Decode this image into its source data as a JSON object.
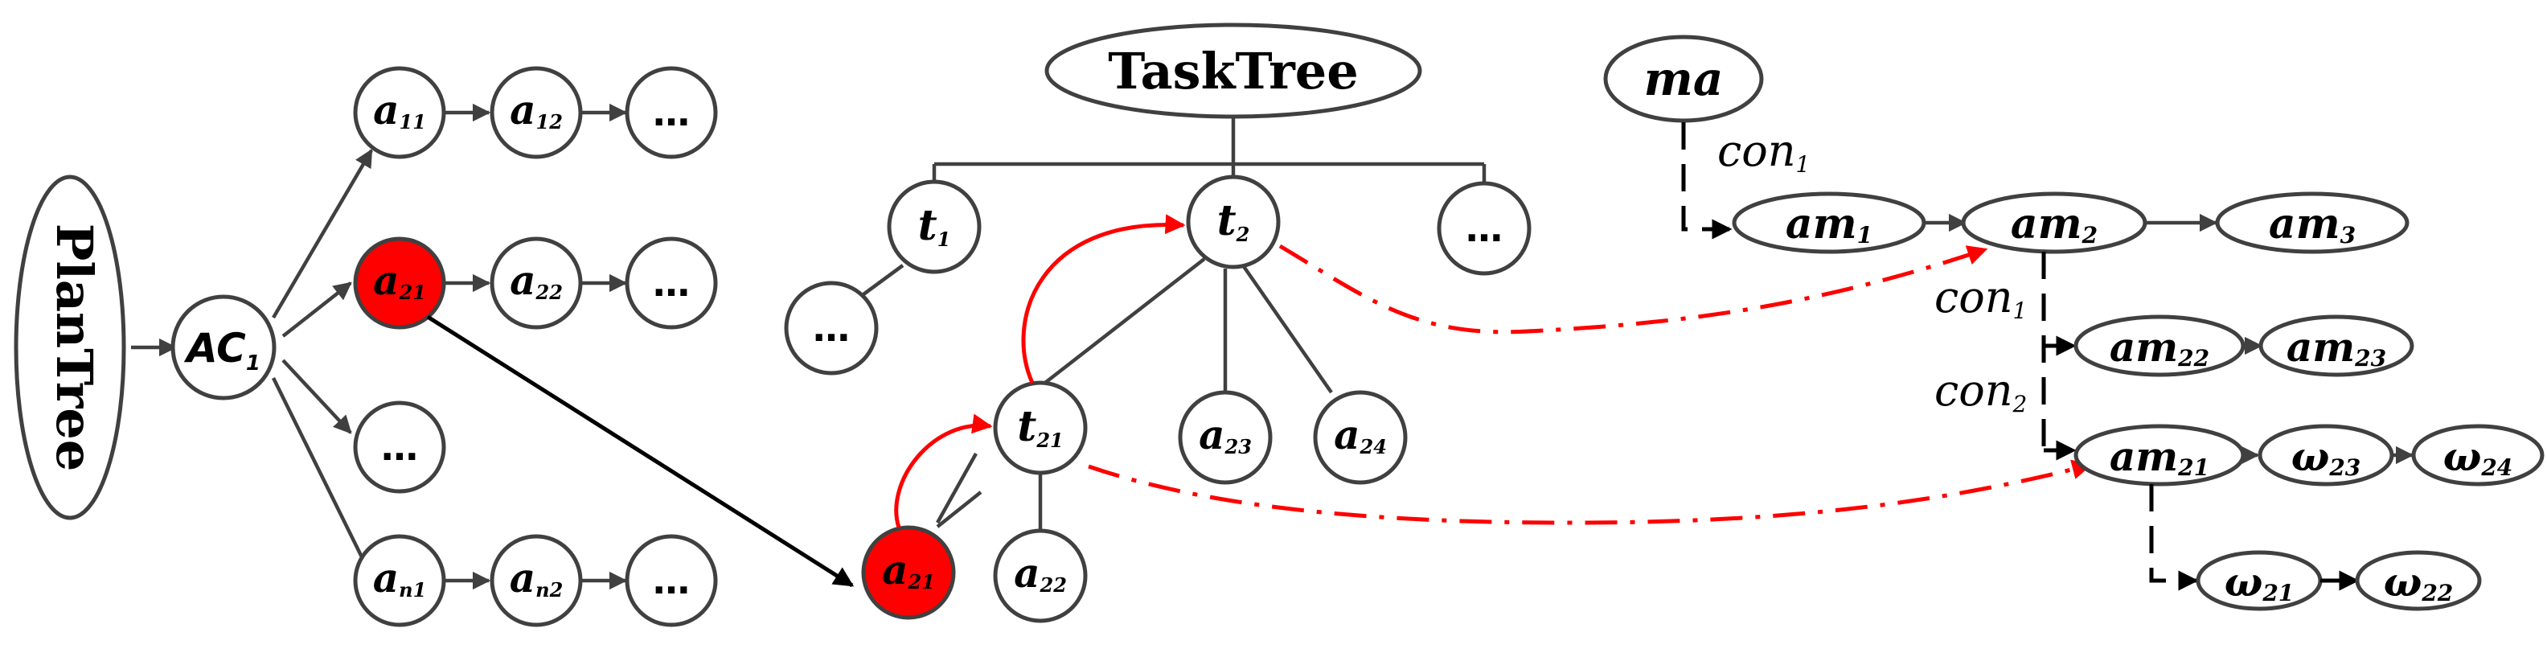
{
  "colors": {
    "highlight": "#ff0000",
    "node_stroke": "#404040",
    "edge": "#404040"
  },
  "plan": {
    "root": "PlanTree",
    "ac": {
      "main": "AC",
      "sub": "1"
    },
    "rows": [
      [
        {
          "main": "a",
          "sub": "11"
        },
        {
          "main": "a",
          "sub": "12"
        },
        {
          "text": "…"
        }
      ],
      [
        {
          "main": "a",
          "sub": "21"
        },
        {
          "main": "a",
          "sub": "22"
        },
        {
          "text": "…"
        }
      ],
      [
        {
          "text": "…"
        }
      ],
      [
        {
          "main": "a",
          "sub": "n1"
        },
        {
          "main": "a",
          "sub": "n2"
        },
        {
          "text": "…"
        }
      ]
    ]
  },
  "task": {
    "root": "TaskTree",
    "t1": {
      "main": "t",
      "sub": "1"
    },
    "t2": {
      "main": "t",
      "sub": "2"
    },
    "ellipsis_top": "…",
    "ellipsis_left": "…",
    "t21": {
      "main": "t",
      "sub": "21"
    },
    "a23": {
      "main": "a",
      "sub": "23"
    },
    "a24": {
      "main": "a",
      "sub": "24"
    },
    "a21": {
      "main": "a",
      "sub": "21"
    },
    "a22": {
      "main": "a",
      "sub": "22"
    }
  },
  "mission": {
    "ma": "ma",
    "am1": {
      "main": "am",
      "sub": "1"
    },
    "am2": {
      "main": "am",
      "sub": "2"
    },
    "am3": {
      "main": "am",
      "sub": "3"
    },
    "am22": {
      "main": "am",
      "sub": "22"
    },
    "am23": {
      "main": "am",
      "sub": "23"
    },
    "am21": {
      "main": "am",
      "sub": "21"
    },
    "w23": {
      "main": "ω",
      "sub": "23"
    },
    "w24": {
      "main": "ω",
      "sub": "24"
    },
    "w21": {
      "main": "ω",
      "sub": "21"
    },
    "w22": {
      "main": "ω",
      "sub": "22"
    },
    "con1_top": {
      "main": "con",
      "sub": "1"
    },
    "con1_mid": {
      "main": "con",
      "sub": "1"
    },
    "con2": {
      "main": "con",
      "sub": "2"
    }
  }
}
